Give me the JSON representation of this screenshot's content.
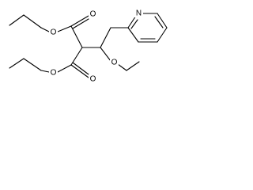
{
  "structure": {
    "atom_labels": {
      "o_upper_ether": "O",
      "o_upper_carbonyl": "O",
      "o_lower_ether": "O",
      "o_lower_carbonyl": "O",
      "o_side_ether": "O",
      "n_pyridine": "N"
    }
  }
}
